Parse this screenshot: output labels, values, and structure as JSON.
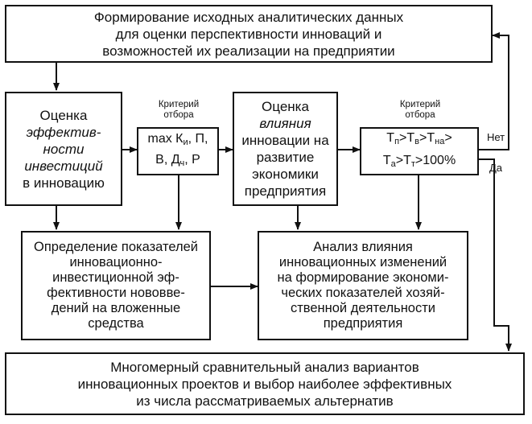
{
  "top_box": {
    "lines": [
      "Формирование исходных аналитических данных",
      "для оценки перспективности инноваций и",
      "возможностей их реализации на предприятии"
    ]
  },
  "eval_invest": {
    "line1": "Оценка",
    "line2": "эффектив-",
    "line3": "ности",
    "line4": "инвестиций",
    "line5": "в инновацию"
  },
  "criterion1": {
    "label_l1": "Критерий",
    "label_l2": "отбора",
    "row1_a": "max К",
    "row1_sub": "и",
    "row1_b": ", П,",
    "row2_a": "В, Д",
    "row2_sub": "ч",
    "row2_b": ", Р"
  },
  "eval_influence": {
    "line1": "Оценка",
    "line2": "влияния",
    "line3": "инновации на",
    "line4": "развитие",
    "line5": "экономики",
    "line6": "предприятия"
  },
  "criterion2": {
    "label_l1": "Критерий",
    "label_l2": "отбора",
    "T": "Т",
    "gt": ">",
    "s_p": "п",
    "s_v": "в",
    "s_na": "на",
    "s_a": "а",
    "s_t": "т",
    "tail": ">100%"
  },
  "branch": {
    "no": "Нет",
    "yes": "Да"
  },
  "indicators_box": {
    "lines": [
      "Определение показателей",
      "инновационно-",
      "инвестиционной эф-",
      "фективности нововве-",
      "дений на вложенные",
      "средства"
    ]
  },
  "analysis_box": {
    "lines": [
      "Анализ влияния",
      "инновационных изменений",
      "на формирование экономи-",
      "ческих показателей хозяй-",
      "ственной деятельности",
      "предприятия"
    ]
  },
  "bottom_box": {
    "lines": [
      "Многомерный сравнительный анализ вариантов",
      "инновационных проектов и выбор наиболее эффективных",
      "из числа рассматриваемых альтернатив"
    ]
  }
}
